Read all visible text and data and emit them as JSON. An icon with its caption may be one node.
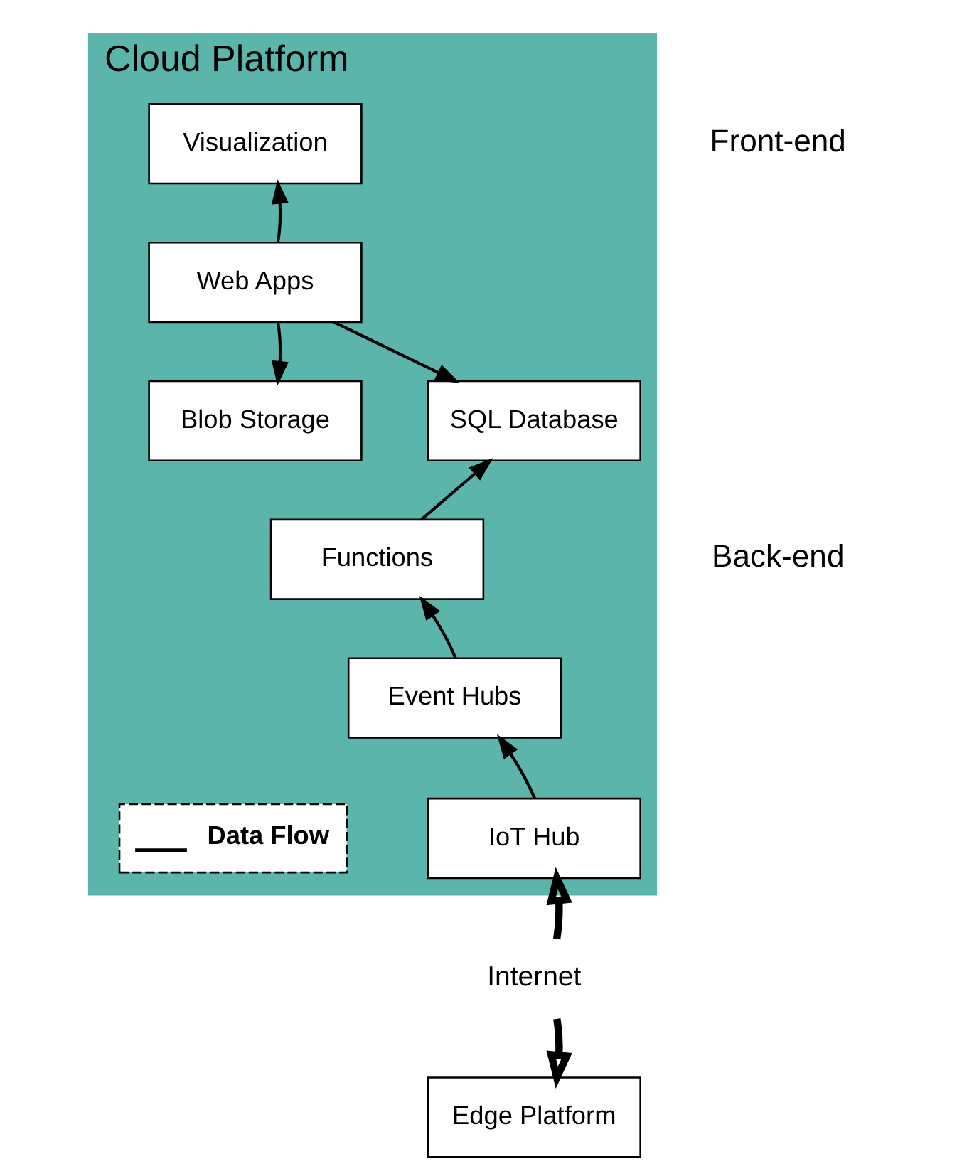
{
  "diagram": {
    "nodes": [
      {
        "text": [
          "Cloud Platform"
        ]
      },
      {
        "text": [
          "Visualization"
        ],
        "in": 0
      },
      {
        "text": [
          "Web Apps"
        ],
        "in": 0
      },
      {
        "text": [
          "Blob Storage"
        ],
        "in": 0
      },
      {
        "text": [
          "SQL Database"
        ],
        "in": 0
      },
      {
        "text": [
          "Functions"
        ],
        "in": 0
      },
      {
        "text": [
          "Event Hubs"
        ],
        "in": 0
      },
      {
        "text": [
          "IoT Hub"
        ],
        "in": 0
      },
      {
        "text": [
          "Internet"
        ]
      },
      {
        "text": [
          "Edge Platform"
        ]
      }
    ],
    "edges": [
      {
        "from": 2,
        "to": 1,
        "arrow": "to"
      },
      {
        "from": 2,
        "to": 3,
        "arrow": "to"
      },
      {
        "from": 2,
        "to": 4,
        "arrow": "to"
      },
      {
        "from": 5,
        "to": 4,
        "arrow": "to"
      },
      {
        "from": 6,
        "to": 5,
        "arrow": "to"
      },
      {
        "from": 7,
        "to": 6,
        "arrow": "to"
      },
      {
        "from": 8,
        "to": 7,
        "arrow": "to",
        "style": "thick"
      },
      {
        "from": 8,
        "to": 9,
        "arrow": "to",
        "style": "thick"
      }
    ],
    "labels": [
      "Front-end",
      "Back-end"
    ],
    "legend": [
      {
        "text": "Data Flow"
      }
    ]
  }
}
